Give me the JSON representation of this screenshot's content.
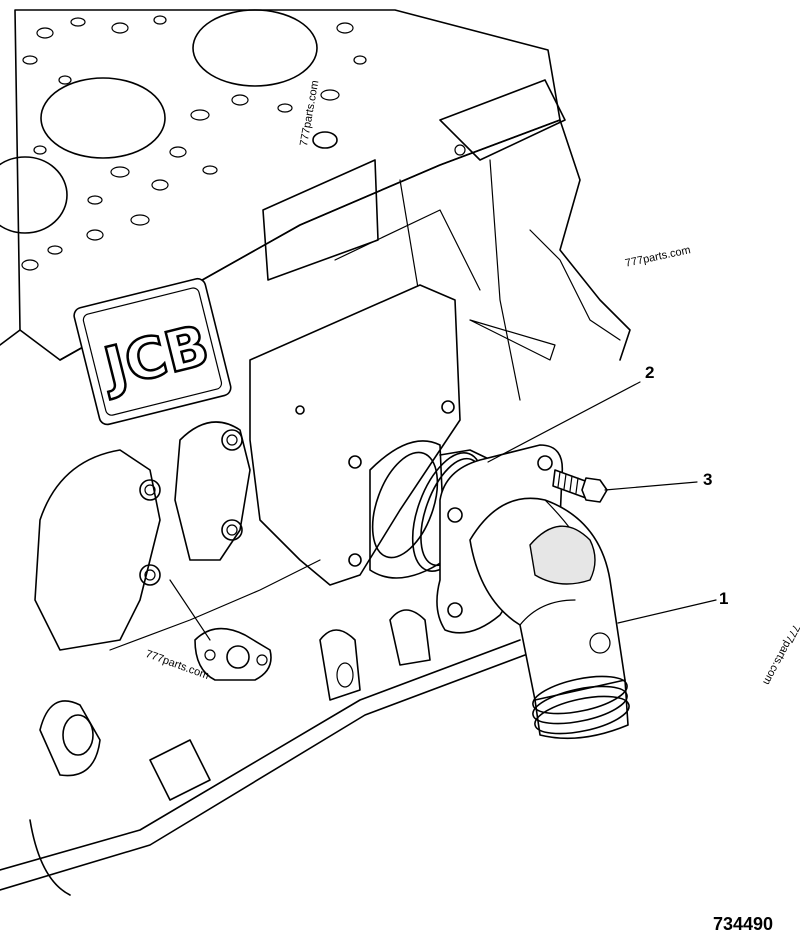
{
  "diagram": {
    "drawing_number": "734490",
    "callouts": [
      {
        "id": "1",
        "part": "outlet elbow"
      },
      {
        "id": "2",
        "part": "gasket"
      },
      {
        "id": "3",
        "part": "bolt"
      }
    ],
    "watermark_text": "777parts.com",
    "logo_text": "JCB"
  }
}
